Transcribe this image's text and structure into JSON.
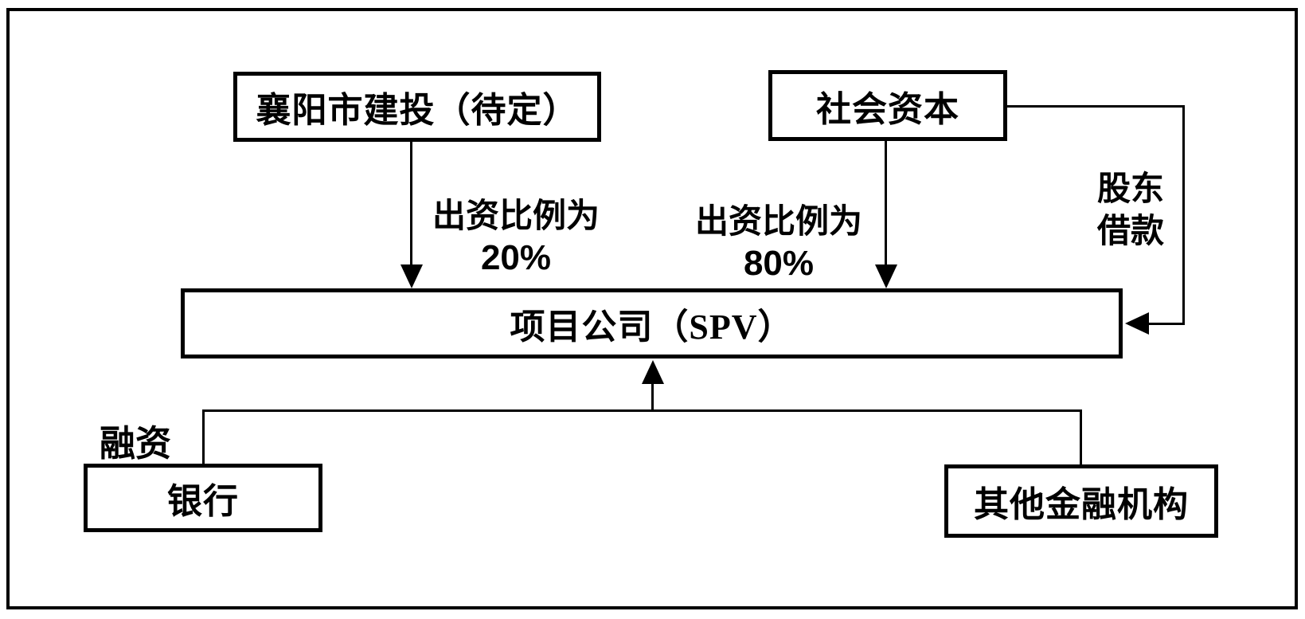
{
  "diagram": {
    "boxes": {
      "gov": {
        "label": "襄阳市建投（待定）"
      },
      "social": {
        "label": "社会资本"
      },
      "spv": {
        "label": "项目公司（SPV）"
      },
      "bank": {
        "label": "银行"
      },
      "other": {
        "label": "其他金融机构"
      }
    },
    "edge_labels": {
      "gov_contribution": {
        "line1": "出资比例为",
        "line2": "20%"
      },
      "social_contribution": {
        "line1": "出资比例为",
        "line2": "80%"
      },
      "shareholder_loan": {
        "line1": "股东",
        "line2": "借款"
      },
      "financing": {
        "label": "融资"
      }
    },
    "colors": {
      "line": "#000000",
      "background": "#ffffff",
      "text": "#000000"
    }
  }
}
